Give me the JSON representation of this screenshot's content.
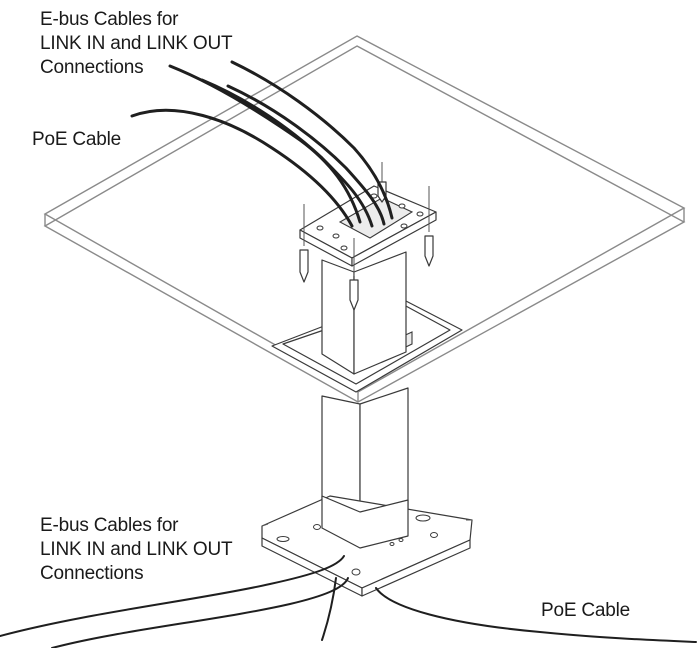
{
  "labels": {
    "top_ebus": [
      "E-bus Cables for",
      "LINK IN and LINK OUT",
      "Connections"
    ],
    "top_poe": "PoE Cable",
    "bottom_ebus": [
      "E-bus Cables for",
      "LINK IN and LINK OUT",
      "Connections"
    ],
    "bottom_poe": "PoE Cable"
  }
}
